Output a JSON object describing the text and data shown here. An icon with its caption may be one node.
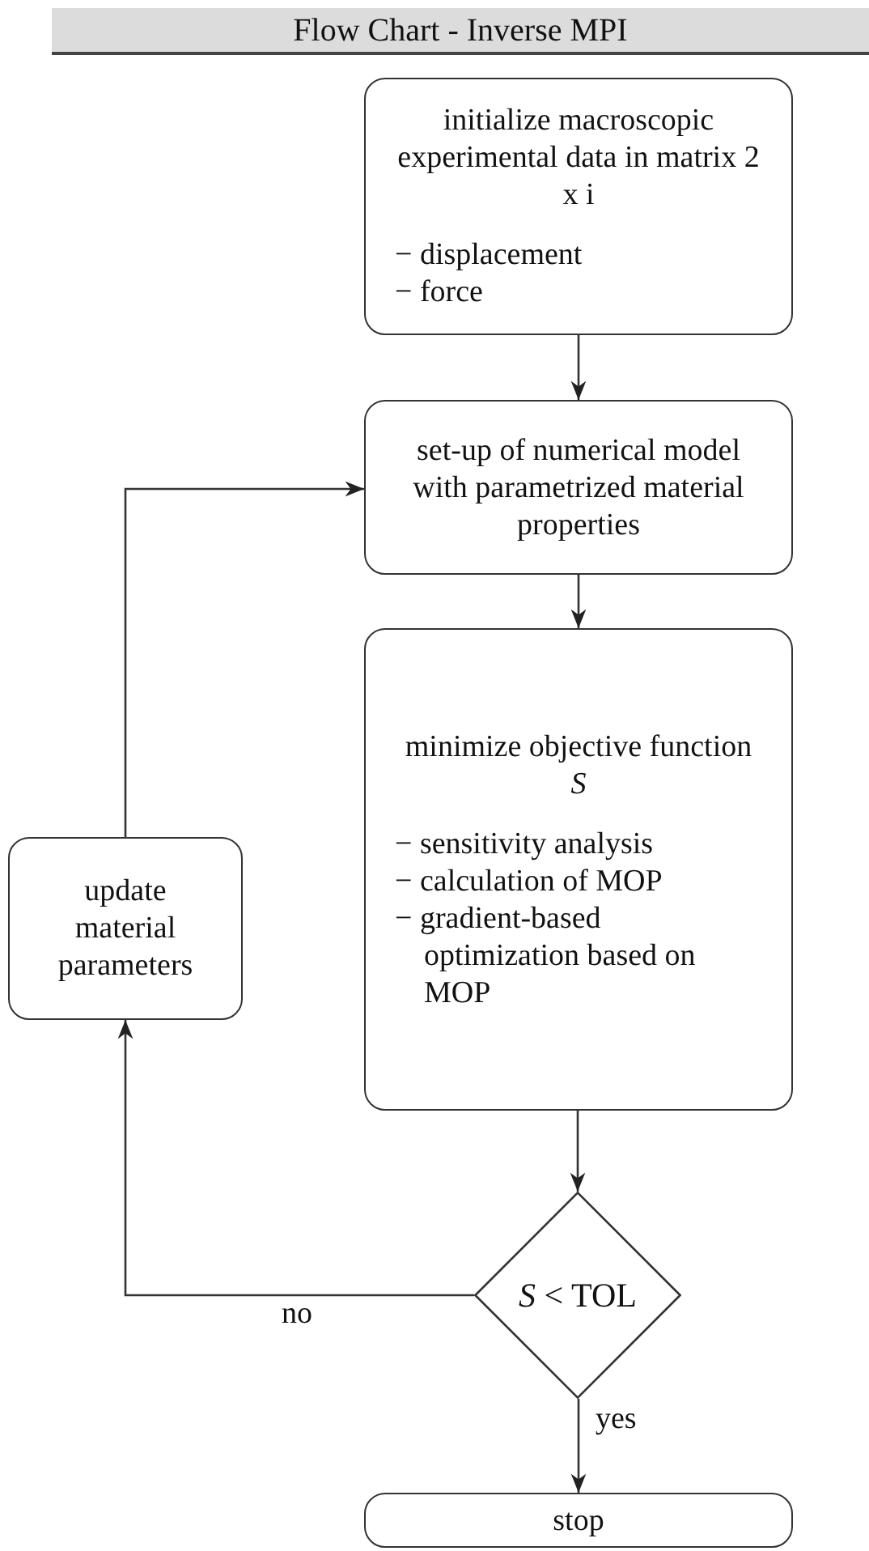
{
  "diagram": {
    "title": "Flow Chart - Inverse MPI",
    "nodes": [
      {
        "text": [
          "initialize macroscopic experimental data in matrix 2 x i",
          "− displacement",
          "− force"
        ]
      },
      {
        "text": [
          "set-up of numerical model with parametrized material properties"
        ]
      },
      {
        "text": [
          "minimize objective function *S*",
          "− sensitivity analysis",
          "− calculation of MOP",
          "− gradient-based optimization based on MOP"
        ]
      },
      {
        "text": [
          "*S* < TOL"
        ]
      },
      {
        "text": [
          "stop"
        ]
      },
      {
        "text": [
          "update material parameters"
        ]
      }
    ],
    "edges": [
      {
        "from": 0,
        "to": 1,
        "arrow": "to"
      },
      {
        "from": 1,
        "to": 2,
        "arrow": "to"
      },
      {
        "from": 2,
        "to": 3,
        "arrow": "to"
      },
      {
        "from": 3,
        "to": 4,
        "arrow": "to",
        "label": "yes"
      },
      {
        "from": 3,
        "to": 5,
        "arrow": "to",
        "label": "no"
      },
      {
        "from": 5,
        "to": 1,
        "arrow": "to"
      }
    ]
  }
}
